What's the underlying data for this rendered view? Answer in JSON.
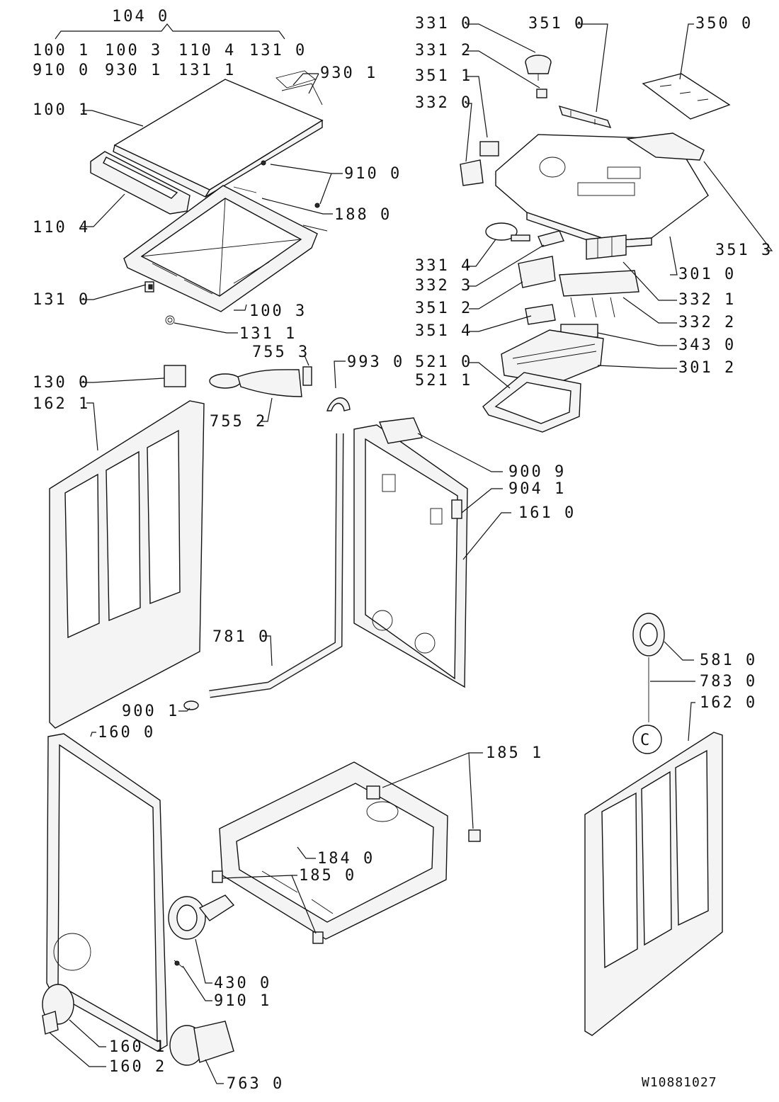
{
  "group_label": "104 0",
  "group_members": [
    "100 1",
    "100 3",
    "110 4",
    "131 0",
    "910 0",
    "930 1",
    "131 1"
  ],
  "callouts": [
    "930 1",
    "100 1",
    "910 0",
    "110 4",
    "188 0",
    "131 0",
    "100 3",
    "131 1",
    "755 3",
    "993 0",
    "130 0",
    "162 1",
    "755 2",
    "781 0",
    "900 1",
    "160 0",
    "331 0",
    "351 0",
    "350 0",
    "331 2",
    "351 1",
    "332 0",
    "331 4",
    "332 3",
    "351 3",
    "301 0",
    "351 2",
    "332 1",
    "351 4",
    "332 2",
    "343 0",
    "521 0",
    "521 1",
    "301 2",
    "900 9",
    "904 1",
    "161 0",
    "581 0",
    "783 0",
    "162 0",
    "185 1",
    "184 0",
    "185 0",
    "430 0",
    "910 1",
    "160 1",
    "160 2",
    "763 0"
  ],
  "reference_code": "W10881027",
  "inline_glyphs": {
    "circle_c": "C"
  }
}
